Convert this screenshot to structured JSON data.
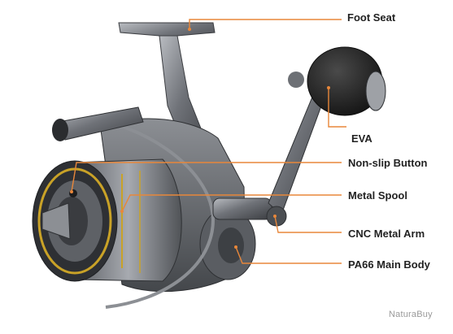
{
  "labels": {
    "foot_seat": "Foot Seat",
    "eva": "EVA",
    "non_slip_button": "Non-slip Button",
    "metal_spool": "Metal Spool",
    "cnc_metal_arm": "CNC Metal Arm",
    "main_body": "PA66 Main Body"
  },
  "watermark": "NaturaBuy",
  "colors": {
    "leader_line": "#e8873a",
    "label_text": "#222222",
    "accent_ring": "#c9a227",
    "reel_metal": "#7a7d82",
    "knob": "#1e1e1e"
  }
}
